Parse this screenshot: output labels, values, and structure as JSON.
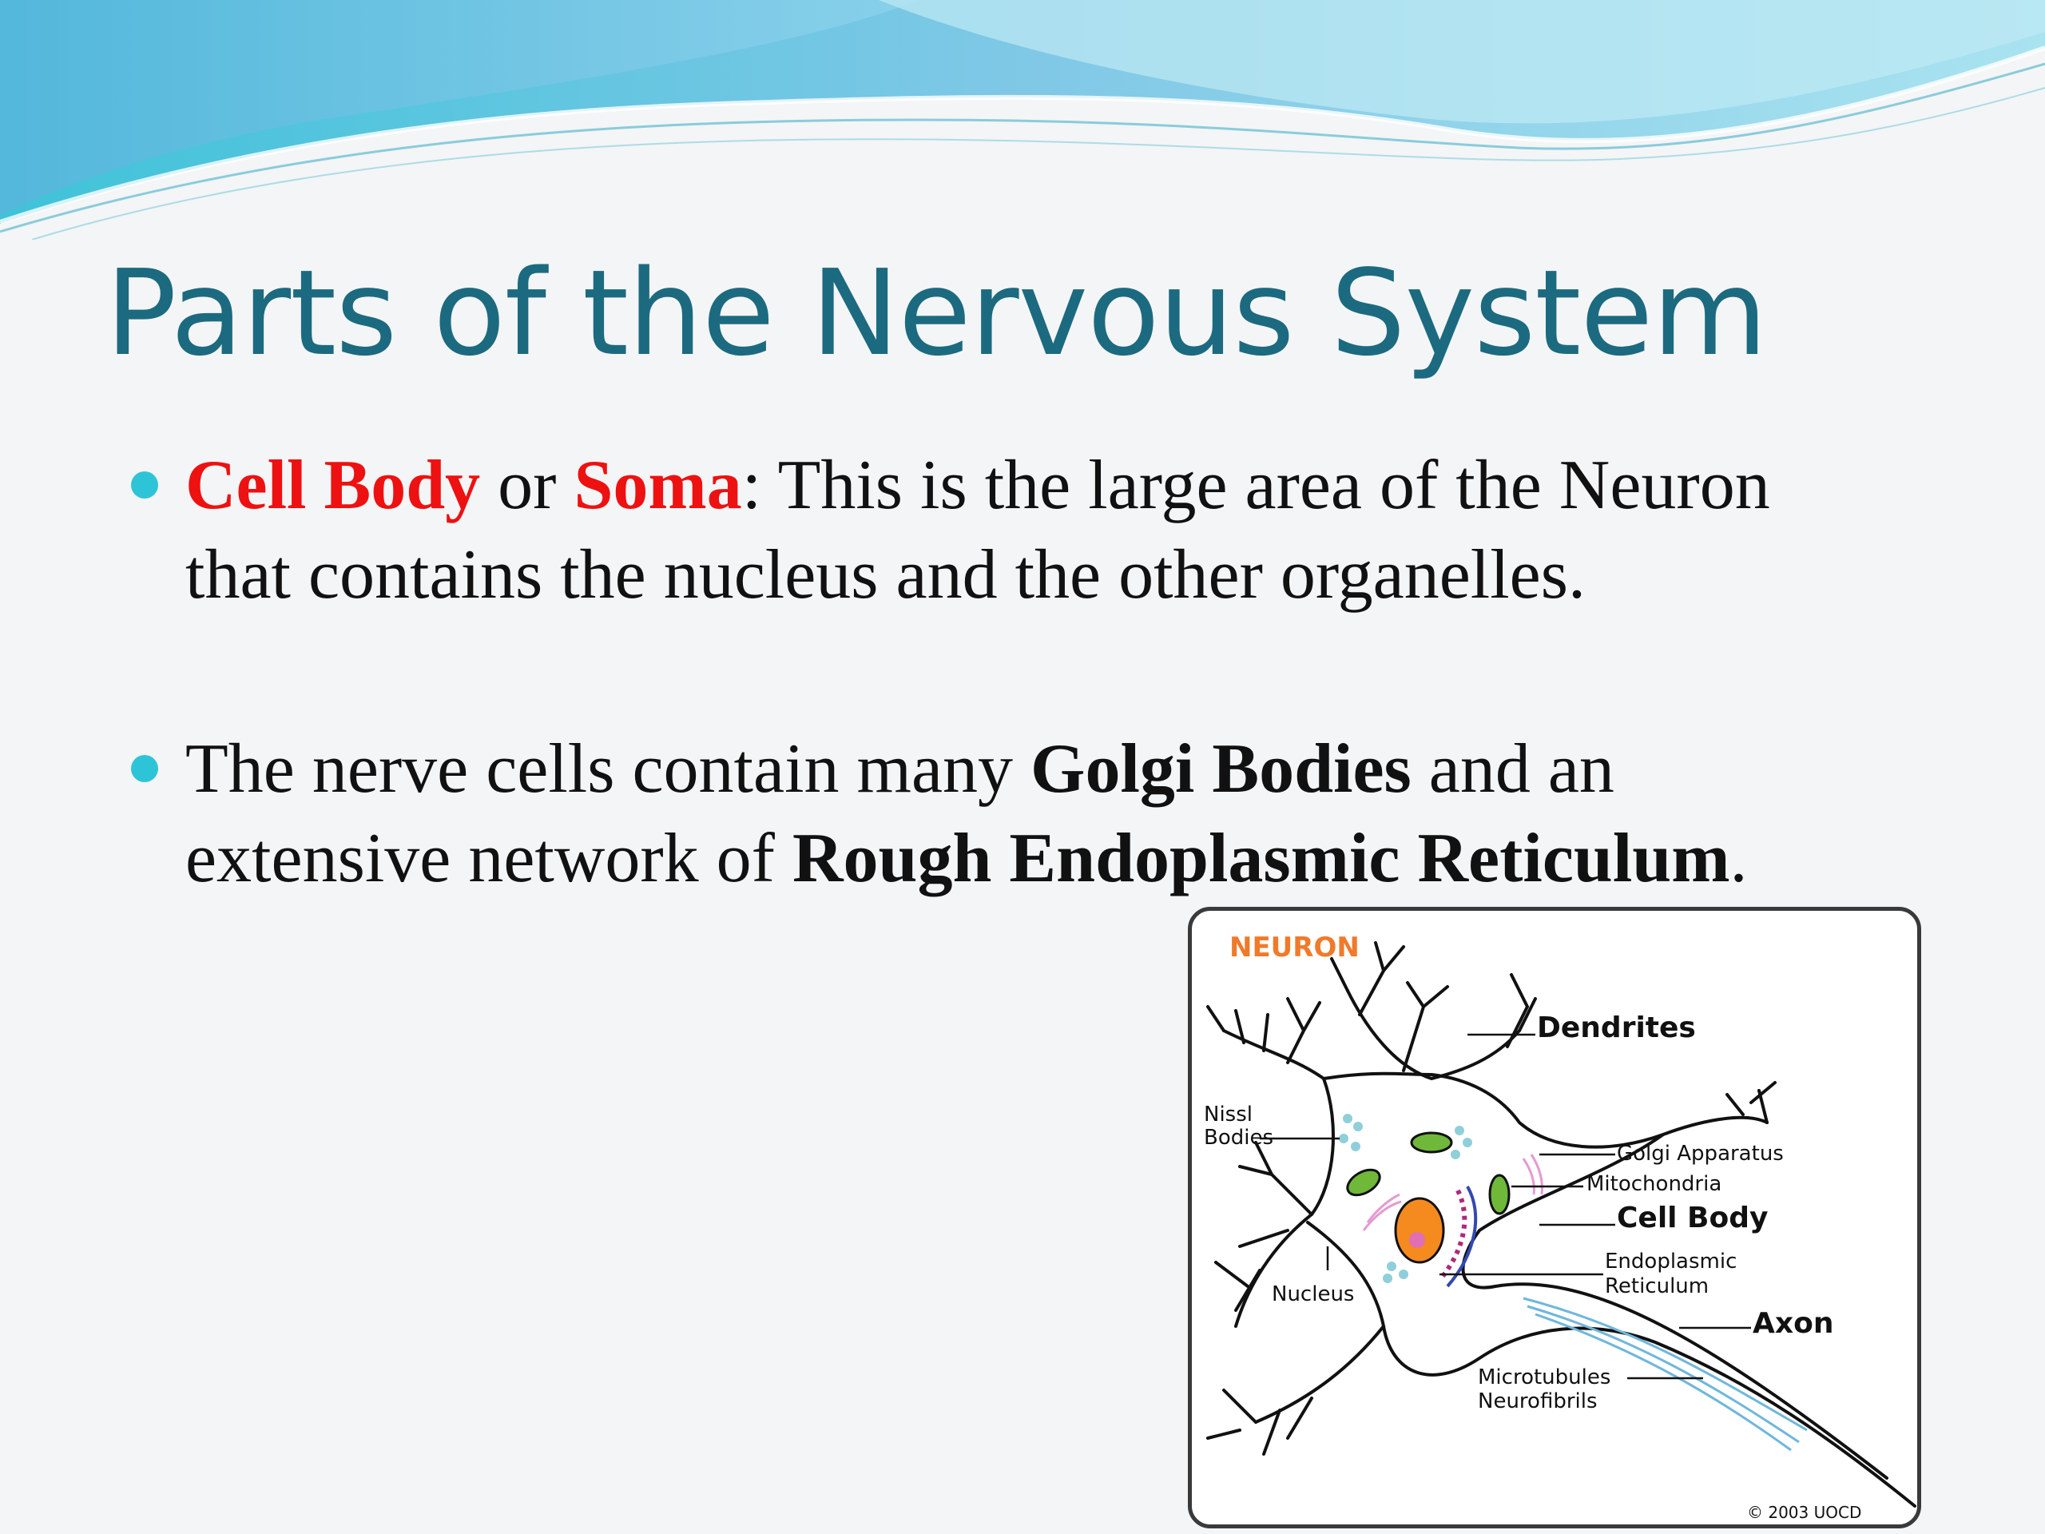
{
  "title": "Parts of the Nervous System",
  "bullets": [
    {
      "term1": "Cell Body",
      "connector": " or ",
      "term2": "Soma",
      "rest": ": This is the large area of the Neuron that contains the nucleus and the other organelles."
    },
    {
      "intro": "The nerve cells contain many ",
      "bold1": "Golgi Bodies",
      "middle": " and an extensive network of ",
      "bold2": "Rough Endoplasmic Reticulum",
      "end": "."
    }
  ],
  "diagram": {
    "heading": "NEURON",
    "labels": {
      "dendrites": "Dendrites",
      "nissl_line1": "Nissl",
      "nissl_line2": "Bodies",
      "golgi": "Golgi Apparatus",
      "mitochondria": "Mitochondria",
      "cell_body": "Cell Body",
      "er_line1": "Endoplasmic",
      "er_line2": "Reticulum",
      "nucleus": "Nucleus",
      "axon": "Axon",
      "micro_line1": "Microtubules",
      "micro_line2": "Neurofibrils"
    },
    "copyright": "© 2003 UOCD"
  },
  "colors": {
    "title": "#1c6a80",
    "highlight_red": "#ee1111",
    "bullet_dot": "#2ec4d8",
    "diagram_heading": "#f07a2a",
    "nucleus": "#f58a1f"
  }
}
